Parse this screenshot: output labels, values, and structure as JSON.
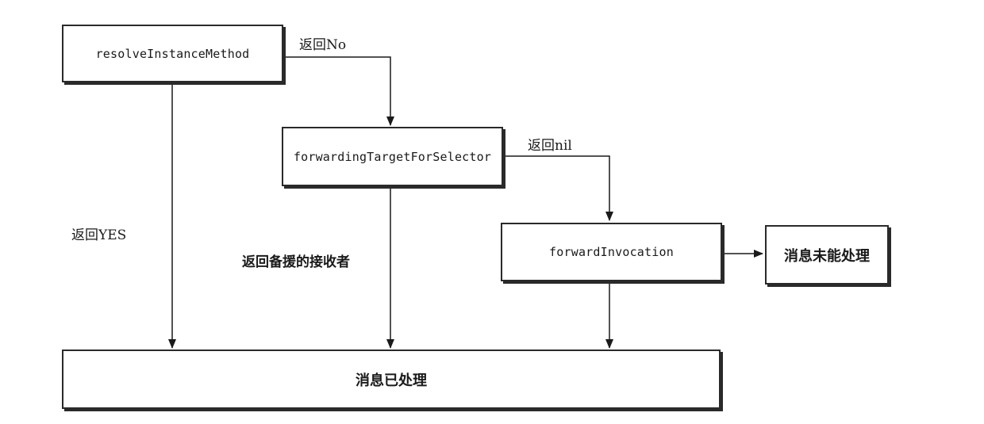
{
  "nodes": {
    "resolve": "resolveInstanceMethod",
    "forwarding_target": "forwardingTargetForSelector",
    "forward_invocation": "forwardInvocation",
    "unhandled": "消息未能处理",
    "handled": "消息已处理"
  },
  "edges": {
    "return_no": "返回No",
    "return_nil": "返回nil",
    "return_yes": "返回YES",
    "return_backup_receiver": "返回备援的接收者"
  }
}
